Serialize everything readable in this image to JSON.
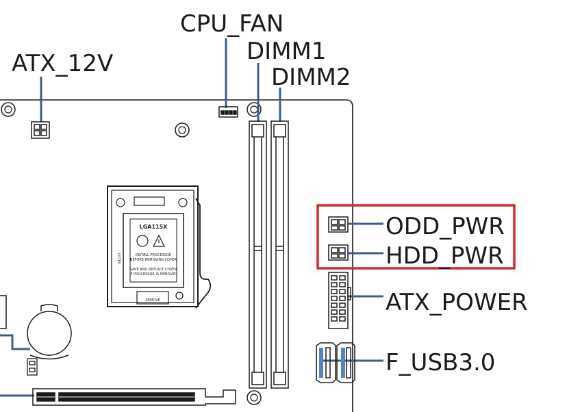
{
  "labels": {
    "cpu_fan": "CPU_FAN",
    "atx_12v": "ATX_12V",
    "dimm1": "DIMM1",
    "dimm2": "DIMM2",
    "odd_pwr": "ODD_PWR",
    "hdd_pwr": "HDD_PWR",
    "atx_power": "ATX_POWER",
    "f_usb30": "F_USB3.0"
  },
  "socket": {
    "model": "LGA115X",
    "notice_1": "INSTALL PROCESSOR",
    "notice_2": "BEFORE REMOVING COVER",
    "notice_3": "SAVE AND REPLACE COVER",
    "notice_4": "IF PROCESSOR IS REMOVED",
    "cover_label": "REMOVE",
    "side_label": "LOTES"
  },
  "colors": {
    "leader_line": "#3b5a9a",
    "highlight_box": "#d62828",
    "outline": "#1a1a1a",
    "usb_accent": "#4f86c6"
  }
}
